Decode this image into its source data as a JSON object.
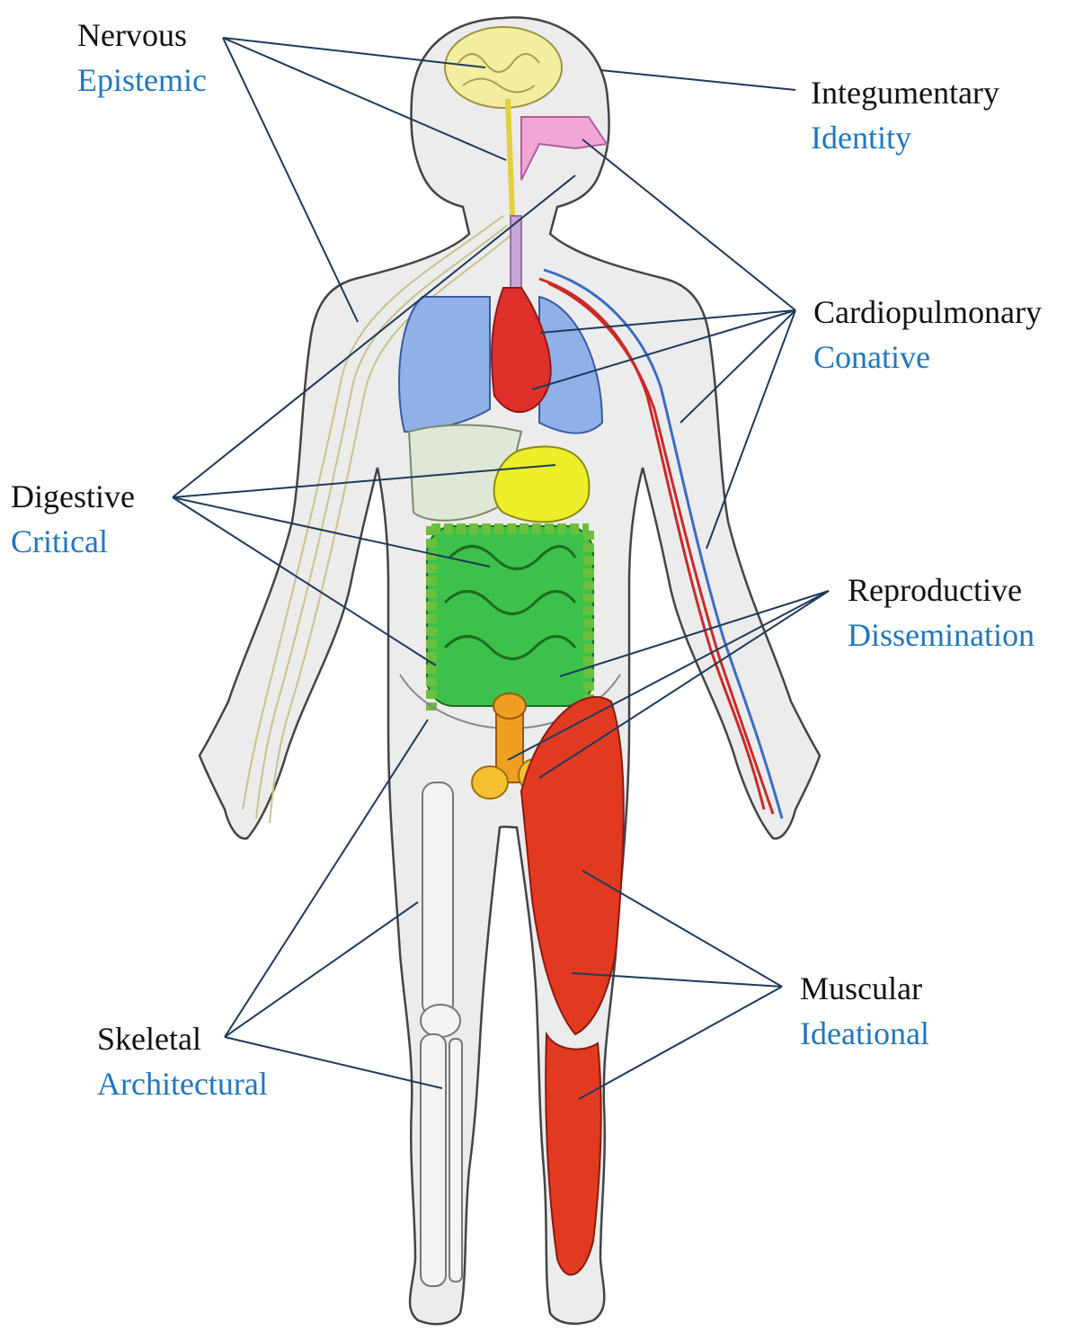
{
  "colors": {
    "leader": "#1f3a5c",
    "system_text": "#111111",
    "function_text": "#1f77c0",
    "skin": "#ececec",
    "outline": "#444444",
    "brain": "#f3eea0",
    "mouth": "#f2a6d6",
    "lung": "#8fb1e8",
    "heart": "#e0302a",
    "liver": "#dfe8d6",
    "stomach": "#ecef2a",
    "intestine": "#3cc24a",
    "colon": "#6cbf3a",
    "reproductive": "#f0a020",
    "muscle": "#e23a20",
    "bone": "#f4f4f4",
    "nerve": "#c9c38c",
    "artery": "#cc2a2a",
    "vein": "#3a6cc8"
  },
  "labels": {
    "nervous": {
      "system": "Nervous",
      "function": "Epistemic"
    },
    "integumentary": {
      "system": "Integumentary",
      "function": "Identity"
    },
    "cardiopulmonary": {
      "system": "Cardiopulmonary",
      "function": "Conative"
    },
    "digestive": {
      "system": "Digestive",
      "function": "Critical"
    },
    "reproductive": {
      "system": "Reproductive",
      "function": "Dissemination"
    },
    "muscular": {
      "system": "Muscular",
      "function": "Ideational"
    },
    "skeletal": {
      "system": "Skeletal",
      "function": "Architectural"
    }
  },
  "icons": [
    "brain-icon",
    "lungs-icon",
    "heart-icon",
    "stomach-icon",
    "intestines-icon",
    "reproductive-organs-icon",
    "thigh-muscle-icon",
    "leg-bones-icon"
  ]
}
